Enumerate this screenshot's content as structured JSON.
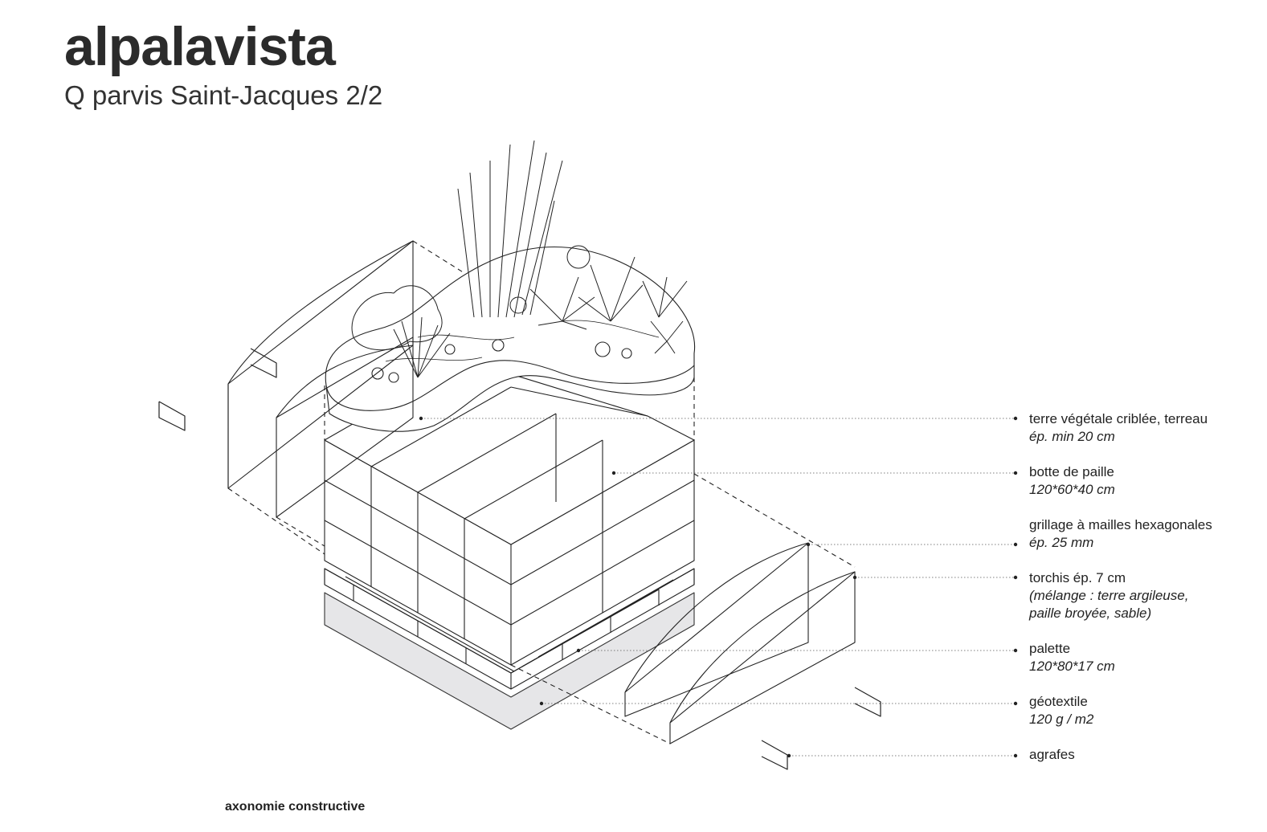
{
  "header": {
    "title": "alpalavista",
    "subtitle": "Q parvis Saint-Jacques 2/2"
  },
  "caption": "axonomie constructive",
  "legend": [
    {
      "label": "terre végétale criblée, terreau",
      "detail": [
        "ép. min 20 cm"
      ]
    },
    {
      "label": "botte de paille",
      "detail": [
        "120*60*40 cm"
      ]
    },
    {
      "label": "grillage à mailles hexagonales",
      "detail": [
        "ép. 25 mm"
      ]
    },
    {
      "label": "torchis ép. 7 cm",
      "detail": [
        "(mélange : terre argileuse,",
        "paille broyée, sable)"
      ]
    },
    {
      "label": "palette",
      "detail": [
        "120*80*17 cm"
      ]
    },
    {
      "label": "géotextile",
      "detail": [
        "120 g / m2"
      ]
    },
    {
      "label": "agrafes",
      "detail": []
    }
  ],
  "colors": {
    "line": "#222222",
    "ground": "#e6e6e8",
    "leader": "#555555"
  }
}
